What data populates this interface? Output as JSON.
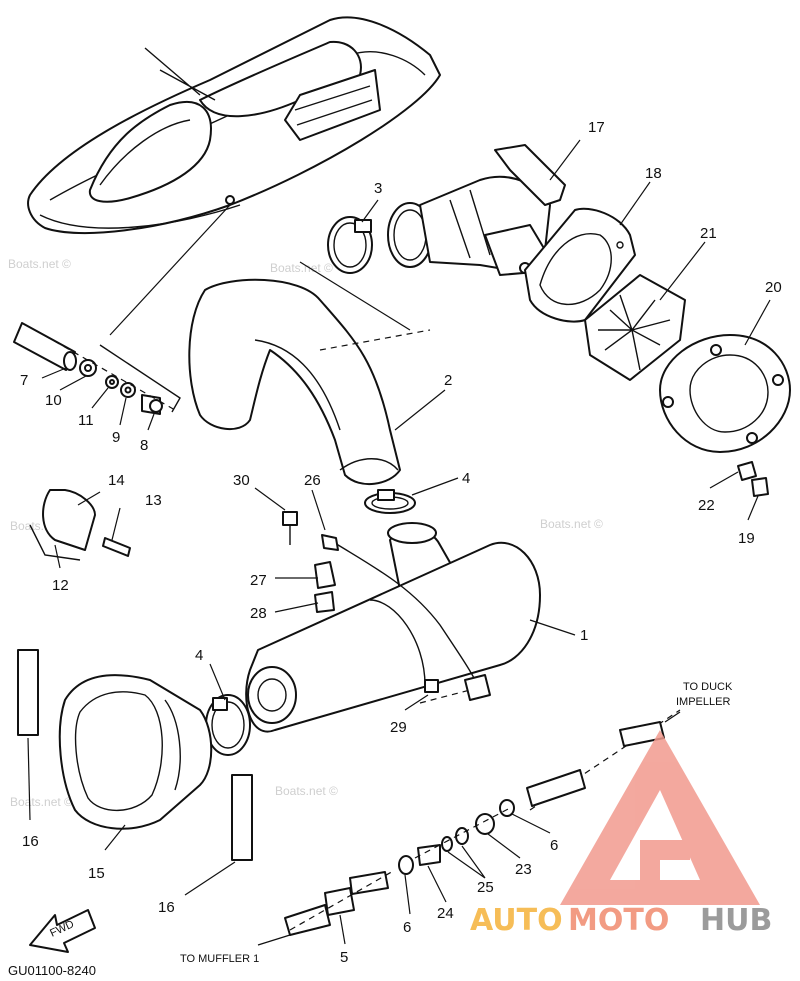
{
  "labels": {
    "p1": "1",
    "p2": "2",
    "p3": "3",
    "p4a": "4",
    "p4b": "4",
    "p5": "5",
    "p6a": "6",
    "p6b": "6",
    "p7": "7",
    "p8": "8",
    "p9": "9",
    "p10": "10",
    "p11": "11",
    "p12": "12",
    "p13": "13",
    "p14": "14",
    "p15": "15",
    "p16a": "16",
    "p16b": "16",
    "p17": "17",
    "p18": "18",
    "p19": "19",
    "p20": "20",
    "p21": "21",
    "p22": "22",
    "p23": "23",
    "p24": "24",
    "p25": "25",
    "p26": "26",
    "p27": "27",
    "p28": "28",
    "p29": "29",
    "p30": "30"
  },
  "notes": {
    "to_duck_line1": "TO DUCK",
    "to_duck_line2": "IMPELLER",
    "to_muffler": "TO MUFFLER 1",
    "diagram_code": "GU01100-8240",
    "fwd": "FWD"
  },
  "watermark": {
    "text": "Boats.net ©",
    "brand_auto": "AUTO",
    "brand_moto": "MOTO",
    "brand_hub": "HUB",
    "colors": {
      "auto": "#f5b23a",
      "moto": "#f08a6e",
      "hub": "#8a8a8a",
      "logo": "#f19a8e"
    }
  }
}
